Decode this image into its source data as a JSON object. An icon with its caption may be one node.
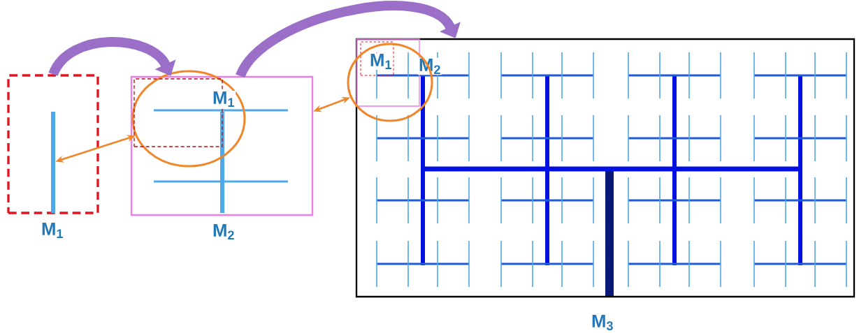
{
  "diagram": {
    "nodes": [
      {
        "text": [
          "M$_{1}$"
        ]
      },
      {
        "text": [],
        "shape": "bar",
        "in": 0
      },
      {
        "text": [
          "M$_{2}$"
        ]
      },
      {
        "text": [],
        "shape": "ellipse",
        "in": 2
      },
      {
        "text": [
          "M$_{1}$"
        ],
        "in": 3
      },
      {
        "text": [
          "M$_{3}$"
        ]
      },
      {
        "text": [
          "M$_{2}$"
        ],
        "in": 5
      },
      {
        "text": [
          "M$_{1}$"
        ],
        "in": 6
      },
      {
        "text": [],
        "shape": "ellipse"
      }
    ],
    "edges": [
      {
        "from": 0,
        "to": 2,
        "arrow": "to",
        "style": "thick",
        "color": "#9b6fc8"
      },
      {
        "from": 2,
        "to": 5,
        "arrow": "to",
        "style": "thick",
        "color": "#9b6fc8"
      },
      {
        "from": 1,
        "to": 3,
        "arrow": "both",
        "color": "#f0862a"
      },
      {
        "from": 2,
        "to": 8,
        "arrow": "both",
        "color": "#f0862a"
      }
    ]
  }
}
